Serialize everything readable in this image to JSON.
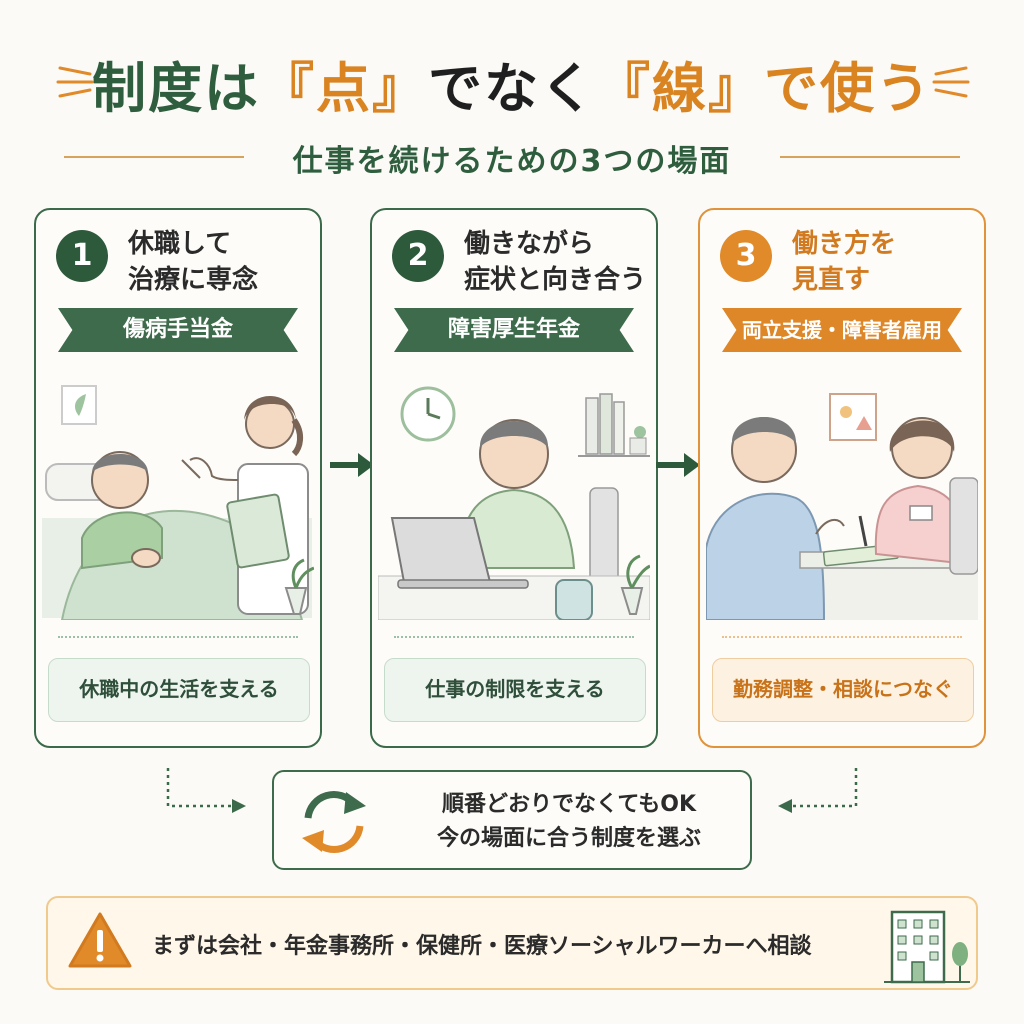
{
  "title": {
    "part1": "制度は",
    "part2": "『点』",
    "part3": "でなく",
    "part4": "『線』",
    "part5": "で使う"
  },
  "subtitle": "仕事を続けるための3つの場面",
  "cards": [
    {
      "number": "1",
      "title_line1": "休職して",
      "title_line2": "治療に専念",
      "ribbon": "傷病手当金",
      "footer": "休職中の生活を支える",
      "accent": "#2e5a3c",
      "illustration": "patient-in-bed-with-doctor"
    },
    {
      "number": "2",
      "title_line1": "働きながら",
      "title_line2": "症状と向き合う",
      "ribbon": "障害厚生年金",
      "footer": "仕事の制限を支える",
      "accent": "#2e5a3c",
      "illustration": "man-working-at-laptop"
    },
    {
      "number": "3",
      "title_line1": "働き方を",
      "title_line2": "見直す",
      "ribbon": "両立支援・障害者雇用",
      "footer": "勤務調整・相談につなぐ",
      "accent": "#e08a2a",
      "illustration": "consultation-at-desk"
    }
  ],
  "loop": {
    "line1": "順番どおりでなくてもOK",
    "line2": "今の場面に合う制度を選ぶ",
    "icon": "cycle-arrows-icon"
  },
  "notice": {
    "text": "まずは会社・年金事務所・保健所・医療ソーシャルワーカーへ相談",
    "icon": "warning-icon",
    "building_icon": "building-icon"
  },
  "colors": {
    "green": "#2f5e3e",
    "orange": "#d98321",
    "background": "#fbfaf6"
  }
}
